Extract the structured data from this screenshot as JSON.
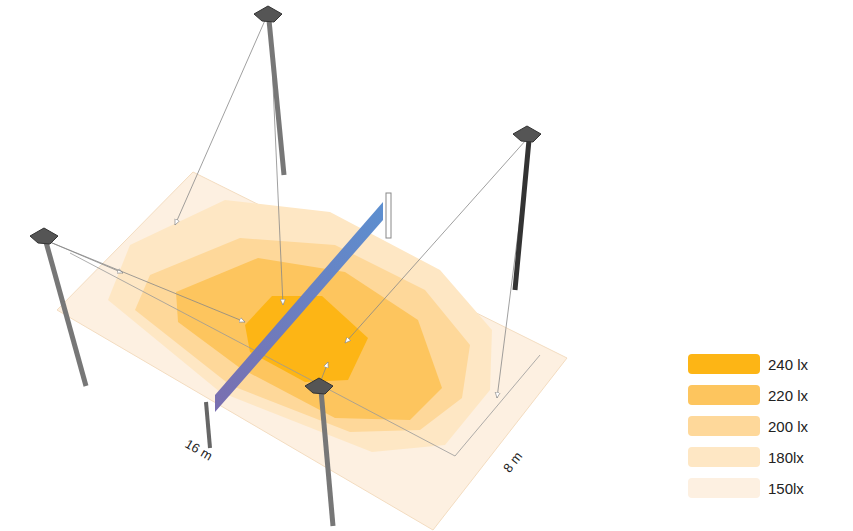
{
  "diagram": {
    "labels": [
      "16 m",
      "8 m"
    ],
    "legend": [
      {
        "text": "240 lx",
        "color": "#fdb515"
      },
      {
        "text": "220 lx",
        "color": "#fdc55e"
      },
      {
        "text": "200 lx",
        "color": "#fed89a"
      },
      {
        "text": "180lx",
        "color": "#fee7c4"
      },
      {
        "text": "150lx",
        "color": "#fdf0e1"
      }
    ]
  }
}
